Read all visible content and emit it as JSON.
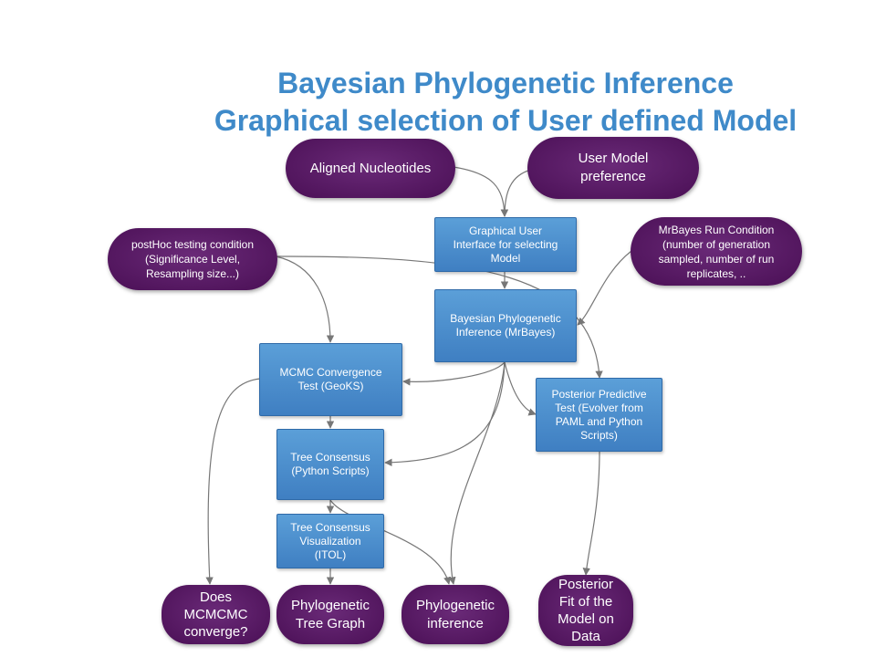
{
  "title": {
    "line1": "Bayesian Phylogenetic Inference",
    "line2": "Graphical selection of User defined Model"
  },
  "colors": {
    "title": "#3f8ac9",
    "process_box": "#4a8cce",
    "terminal_pill": "#5a1a66",
    "edge": "#777777"
  },
  "nodes": {
    "aligned_nucleotides": "Aligned Nucleotides",
    "user_model_preference": "User Model\npreference",
    "posthoc_condition": "postHoc testing condition\n(Significance Level,\nResampling size...)",
    "gui_selecting_model": "Graphical User\nInterface for selecting\nModel",
    "mrbayes_run_condition": "MrBayes Run Condition\n(number of generation\nsampled, number of run\nreplicates, ..",
    "bayesian_inference_mrbayes": "Bayesian Phylogenetic\nInference (MrBayes)",
    "mcmc_convergence_test": "MCMC Convergence\nTest (GeoKS)",
    "posterior_predictive_test": "Posterior Predictive\nTest (Evolver from\nPAML and Python\nScripts)",
    "tree_consensus": "Tree Consensus\n(Python Scripts)",
    "tree_consensus_visualization": "Tree Consensus\nVisualization\n(ITOL)",
    "does_mcmcmc_converge": "Does\nMCMCMC\nconverge?",
    "phylogenetic_tree_graph": "Phylogenetic\nTree Graph",
    "phylogenetic_inference": "Phylogenetic\ninference",
    "posterior_fit": "Posterior\nFit of the\nModel on\nData"
  }
}
